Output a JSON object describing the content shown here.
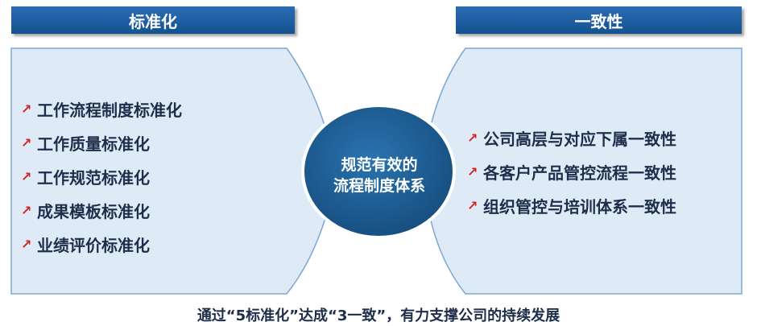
{
  "headers": {
    "left": "标准化",
    "right": "一致性"
  },
  "center": {
    "line1": "规范有效的",
    "line2": "流程制度体系"
  },
  "left_items": [
    "工作流程制度标准化",
    "工作质量标准化",
    "工作规范标准化",
    "成果模板标准化",
    "业绩评价标准化"
  ],
  "right_items": [
    "公司高层与对应下属一致性",
    "各客户产品管控流程一致性",
    "组织管控与培训体系一致性"
  ],
  "footer": "通过“5标准化”达成“3一致”，有力支撑公司的持续发展",
  "colors": {
    "header_blue": "#1a5ea4",
    "panel_fill": "#deebf7",
    "panel_border": "#7aa7d4",
    "circle_fill": "#1d5f96",
    "arrow_red": "#d6232a",
    "text_dark": "#1e2d4a"
  }
}
